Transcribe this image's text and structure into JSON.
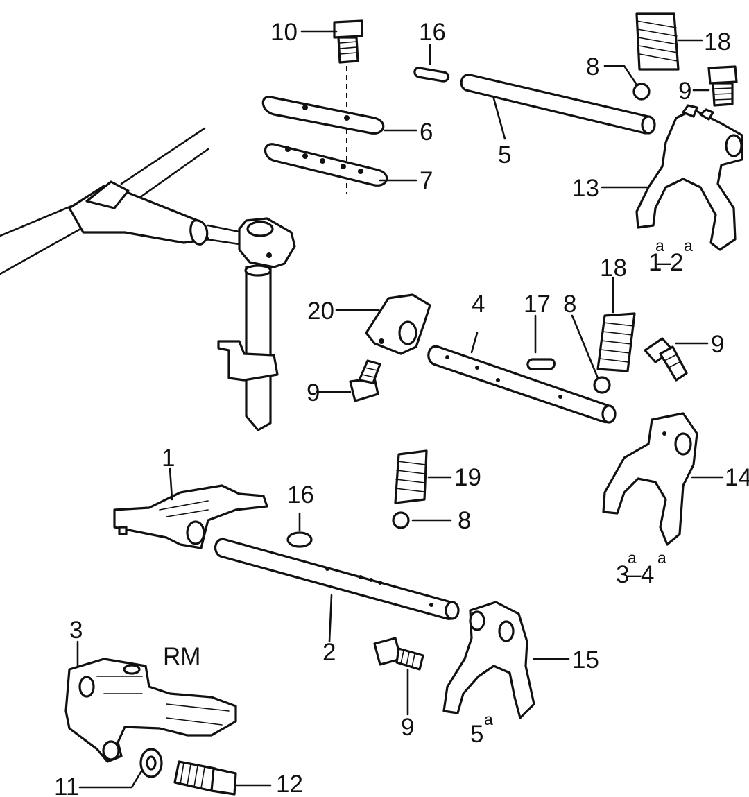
{
  "callouts": {
    "c1": "1",
    "c2": "2",
    "c3": "3",
    "c4": "4",
    "c5": "5",
    "c6": "6",
    "c7": "7",
    "c8a": "8",
    "c8b": "8",
    "c8c": "8",
    "c9a": "9",
    "c9b": "9",
    "c9c": "9",
    "c9d": "9",
    "c10": "10",
    "c11": "11",
    "c12": "12",
    "c13": "13",
    "c14": "14",
    "c15": "15",
    "c16a": "16",
    "c16b": "16",
    "c17": "17",
    "c18a": "18",
    "c18b": "18",
    "c19": "19",
    "c20": "20"
  },
  "gear_labels": {
    "g12_a": "1",
    "g12_b": "2",
    "g34_a": "3",
    "g34_b": "4",
    "g5": "5",
    "ord": "a",
    "dash": "–",
    "rm": "RM"
  }
}
